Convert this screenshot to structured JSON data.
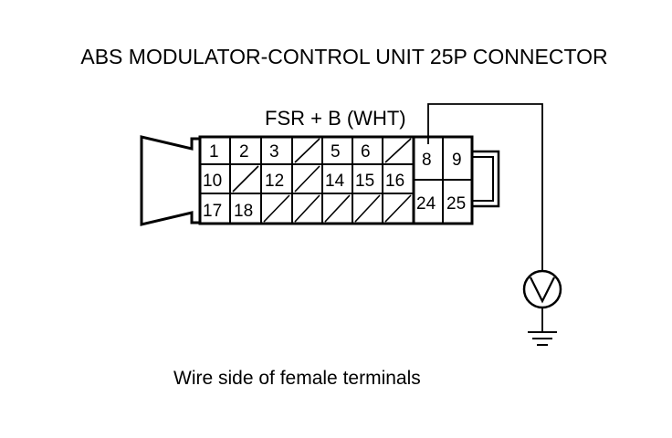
{
  "title": "ABS MODULATOR-CONTROL UNIT 25P CONNECTOR",
  "wire_label": "FSR  + B (WHT)",
  "caption": "Wire side of female terminals",
  "connector": {
    "row1": [
      "1",
      "2",
      "3",
      "",
      "5",
      "6",
      ""
    ],
    "row2": [
      "10",
      "",
      "12",
      "",
      "14",
      "15",
      "16"
    ],
    "row3": [
      "17",
      "18",
      "",
      "",
      "",
      "",
      ""
    ],
    "right_top": [
      "8",
      "9"
    ],
    "right_bottom": [
      "24",
      "25"
    ]
  },
  "meter_icon": "voltmeter-icon",
  "ground_icon": "ground-icon"
}
